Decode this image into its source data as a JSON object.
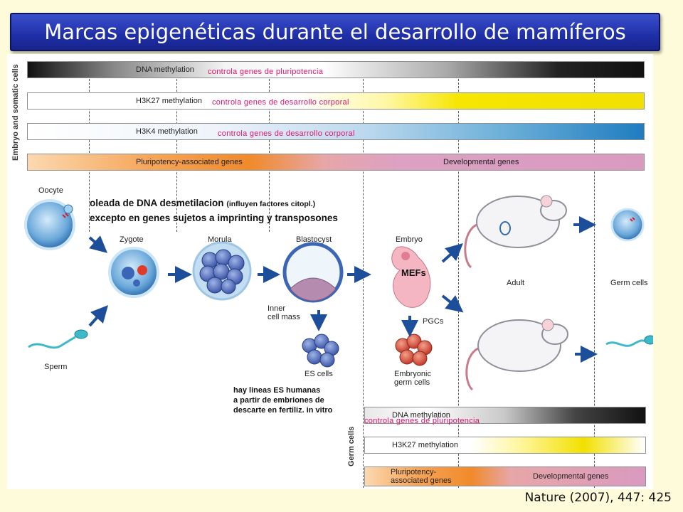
{
  "title": "Marcas epigenéticas durante el desarrollo de mamíferos",
  "citation": "Nature (2007), 447: 425",
  "panels": {
    "embryo_somatic_label": "Embryo and somatic cells",
    "germ_cells_label": "Germ cells"
  },
  "bars_top": {
    "dna_methylation": "DNA methylation",
    "h3k27_methylation": "H3K27 methylation",
    "h3k4_methylation": "H3K4 methylation",
    "pluripotency_genes": "Pluripotency-associated genes",
    "developmental_genes": "Developmental genes"
  },
  "bars_bottom": {
    "dna_methylation": "DNA methylation",
    "h3k27_methylation": "H3K27 methylation",
    "pluripotency_line1": "Pluripotency-",
    "pluripotency_line2": "associated genes",
    "developmental_genes": "Developmental genes"
  },
  "annotations": {
    "pluripotency_control": "controla genes de pluripotencia",
    "body_dev_control_1": "controla genes de desarrollo corporal",
    "body_dev_control_2": "controla genes de desarrollo corporal",
    "germ_pluripotency_control": "controla genes de pluripotencia",
    "demethylation_line1": "oleada de DNA desmetilacion",
    "demethylation_note": "(influyen factores citopl.)",
    "demethylation_line2": "excepto en genes sujetos a imprinting y transposones",
    "es_line1": "hay lineas ES humanas",
    "es_line2": "a partir de embriones de",
    "es_line3": "descarte en fertiliz. in vitro",
    "mefs": "MEFs"
  },
  "stages": {
    "oocyte": "Oocyte",
    "sperm": "Sperm",
    "zygote": "Zygote",
    "morula": "Morula",
    "blastocyst": "Blastocyst",
    "inner_cell_mass_1": "Inner",
    "inner_cell_mass_2": "cell mass",
    "embryo": "Embryo",
    "pgcs": "PGCs",
    "es_cells": "ES cells",
    "embryonic_germ_1": "Embryonic",
    "embryonic_germ_2": "germ cells",
    "adult": "Adult",
    "germ_cells": "Germ cells"
  },
  "colors": {
    "title_bg": "#1f2fa8",
    "annotation_red": "#e0136e",
    "arrow_blue": "#1d4e9a",
    "dna_black": "#111111",
    "h3k27_yellow": "#f2e000",
    "h3k4_blue": "#1f7cc0",
    "pluri_orange": "#f08a2a",
    "dev_pink": "#d99ac0"
  }
}
